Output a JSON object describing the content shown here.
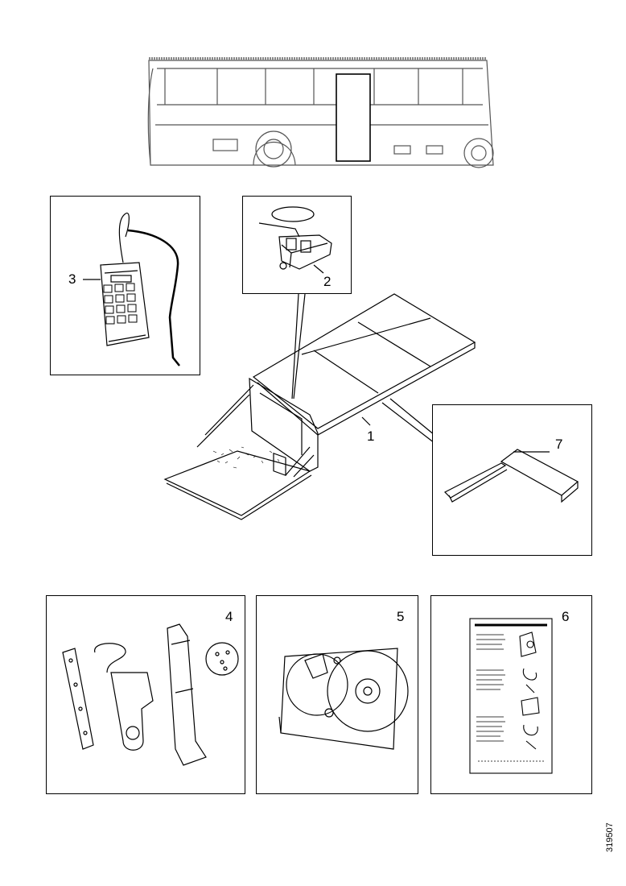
{
  "callouts": {
    "one": "1",
    "two": "2",
    "three": "3",
    "four": "4",
    "five": "5",
    "six": "6",
    "seven": "7"
  },
  "reference_code": "319507"
}
